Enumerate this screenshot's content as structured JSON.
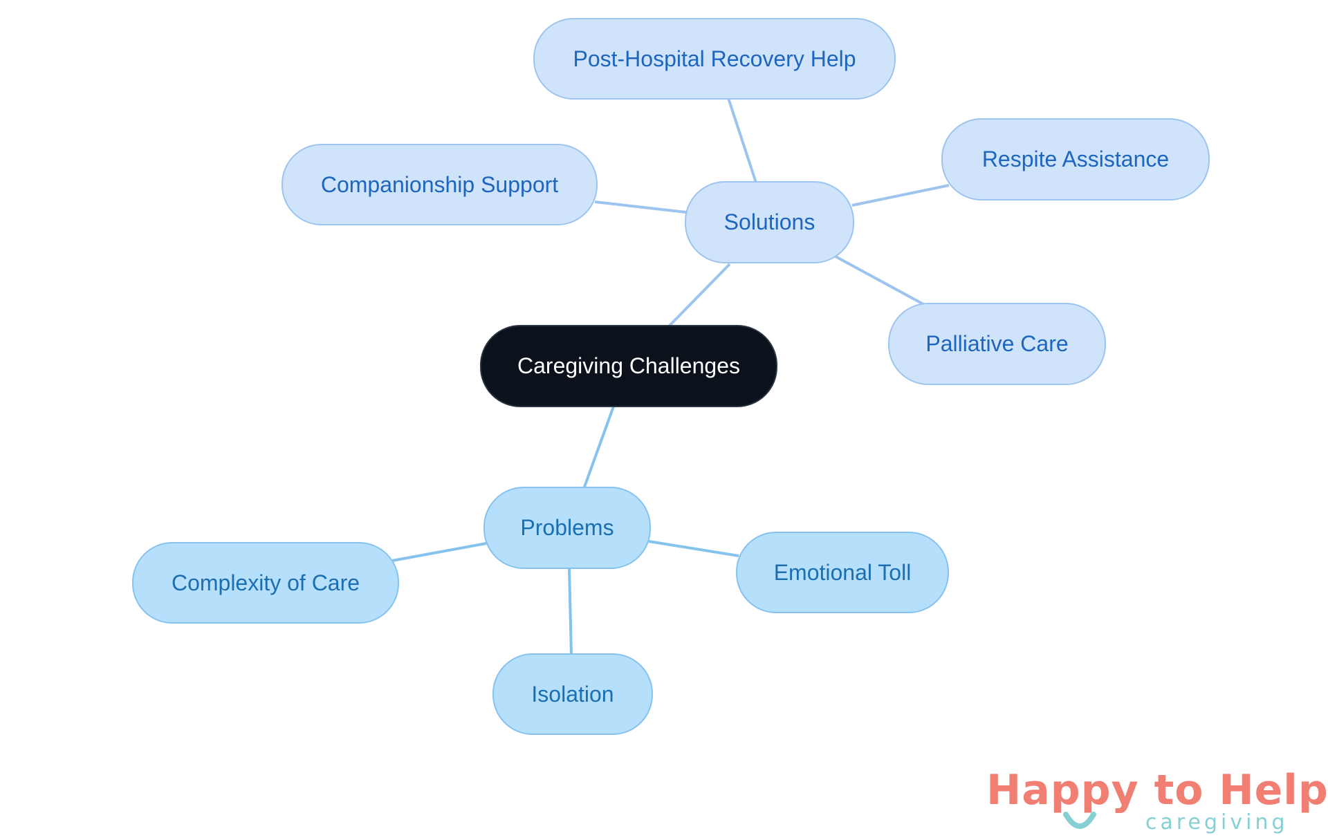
{
  "diagram": {
    "root": {
      "label": "Caregiving Challenges"
    },
    "solutions": {
      "label": "Solutions",
      "children": [
        "Post-Hospital Recovery Help",
        "Companionship Support",
        "Respite Assistance",
        "Palliative Care"
      ]
    },
    "problems": {
      "label": "Problems",
      "children": [
        "Complexity of Care",
        "Emotional Toll",
        "Isolation"
      ]
    }
  },
  "logo": {
    "name": "Happy to Help",
    "tagline": "caregiving"
  },
  "colors": {
    "root_fill": "#0c121b",
    "solutions_fill": "#cfe3fb",
    "problems_fill": "#b6dffb",
    "solutions_edge": "#9cc4ee",
    "problems_edge": "#85c3ee",
    "logo_coral": "#f07e72",
    "logo_teal": "#86cfd2"
  }
}
